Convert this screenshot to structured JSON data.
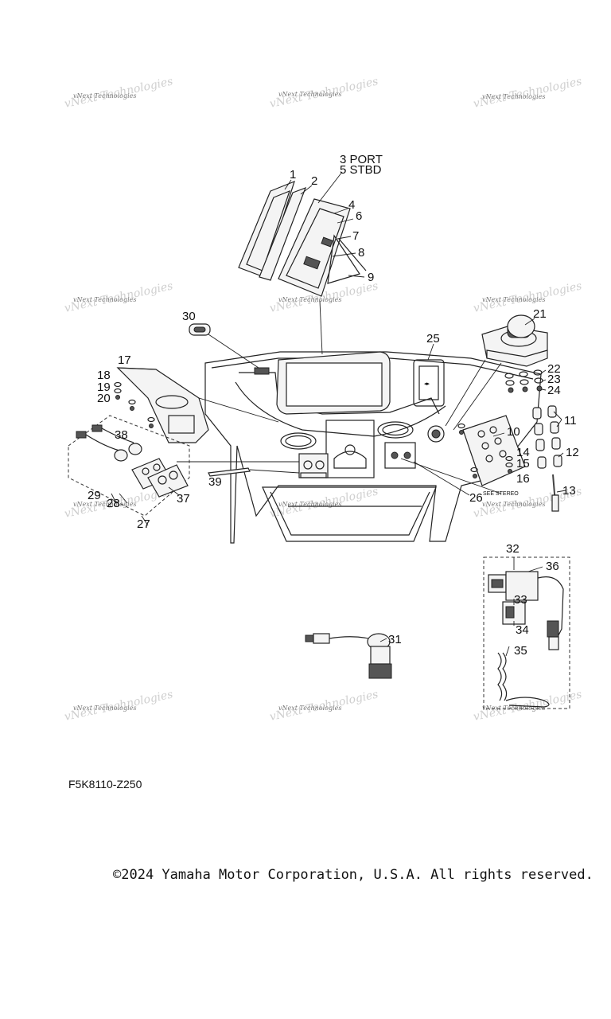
{
  "figure_code": "F5K8110-Z250",
  "copyright": "©2024 Yamaha Motor Corporation, U.S.A. All rights reserved.",
  "watermark": "vNext Technologies",
  "notes": {
    "see_stereo": "SEE STEREO"
  },
  "callouts": {
    "c1": "1",
    "c2": "2",
    "c3": "3 PORT",
    "c5": "5 STBD",
    "c4": "4",
    "c6": "6",
    "c7": "7",
    "c8": "8",
    "c9": "9",
    "c10": "10",
    "c11": "11",
    "c12": "12",
    "c13": "13",
    "c14": "14",
    "c15": "15",
    "c16": "16",
    "c17": "17",
    "c18": "18",
    "c19": "19",
    "c20": "20",
    "c21": "21",
    "c22": "22",
    "c23": "23",
    "c24": "24",
    "c25": "25",
    "c26": "26",
    "c27": "27",
    "c28": "28",
    "c29": "29",
    "c30": "30",
    "c31": "31",
    "c32": "32",
    "c33": "33",
    "c34": "34",
    "c35": "35",
    "c36": "36",
    "c37": "37",
    "c38": "38",
    "c39": "39"
  }
}
